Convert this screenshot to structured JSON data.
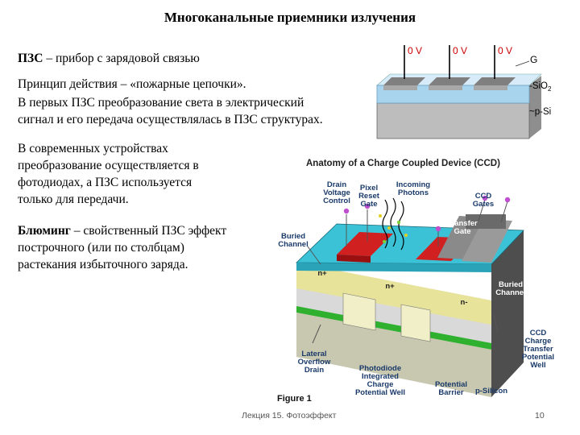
{
  "slide": {
    "title": "Многоканальные приемники излучения",
    "p1_term": "ПЗС",
    "p1_rest": " – прибор с зарядовой связью",
    "p2": "Принцип действия – «пожарные цепочки».",
    "p3_line1": "В первых ПЗС преобразование света в электрический",
    "p3_line2": "сигнал и его передача осуществлялась в ПЗС структурах.",
    "p4_line1": "В современных устройствах",
    "p4_line2": "преобразование осуществляется в",
    "p4_line3": "фотодиодах, а ПЗС используется",
    "p4_line4": "только для передачи.",
    "p5_term": "Блюминг",
    "p5_line1_rest": " – свойственный ПЗС эффект",
    "p5_line2": "построчного (или по столбцам)",
    "p5_line3": "растекания избыточного заряда."
  },
  "small_diagram": {
    "voltages": [
      "0 V",
      "0 V",
      "0 V"
    ],
    "label_g": "G",
    "label_sio2": "-SiO",
    "label_sio2_sub": "2",
    "label_psi": "~p-Si"
  },
  "ccd_figure": {
    "title": "Anatomy of a Charge Coupled Device (CCD)",
    "labels": {
      "drain_line1": "Drain",
      "drain_line2": "Voltage",
      "drain_line3": "Control",
      "pixel_line1": "Pixel",
      "pixel_line2": "Reset",
      "pixel_line3": "Gate",
      "incoming_line1": "Incoming",
      "incoming_line2": "Photons",
      "ccd_gates_line1": "CCD",
      "ccd_gates_line2": "Gates",
      "transfer_line1": "Transfer",
      "transfer_line2": "Gate",
      "buried_left_line1": "Buried",
      "buried_left_line2": "Channel",
      "n_plus_1": "n+",
      "n_plus_2": "n+",
      "n_minus": "n-",
      "buried_right_line1": "Buried",
      "buried_right_line2": "Channel",
      "lateral_line1": "Lateral",
      "lateral_line2": "Overflow",
      "lateral_line3": "Drain",
      "photodiode_line1": "Photodiode",
      "photodiode_line2": "Integrated",
      "photodiode_line3": "Charge",
      "photodiode_line4": "Potential Well",
      "barrier_line1": "Potential",
      "barrier_line2": "Barrier",
      "psilicon": "p-Silicon",
      "ccd_charge_line1": "CCD",
      "ccd_charge_line2": "Charge",
      "ccd_charge_line3": "Transfer",
      "ccd_charge_line4": "Potential",
      "ccd_charge_line5": "Well",
      "figure": "Figure 1"
    }
  },
  "footer": {
    "text": "Лекция 15. Фотоэффект",
    "page": "10"
  },
  "colors": {
    "oxide_blue": "#a9d4ee",
    "gate_gray": "#9a9a9a",
    "red_gate": "#d02020",
    "cyan_layer": "#3cc2d6",
    "green_layer": "#2fb02f",
    "yellow_layer": "#e8e39a",
    "label_blue": "#1a3a6a"
  }
}
